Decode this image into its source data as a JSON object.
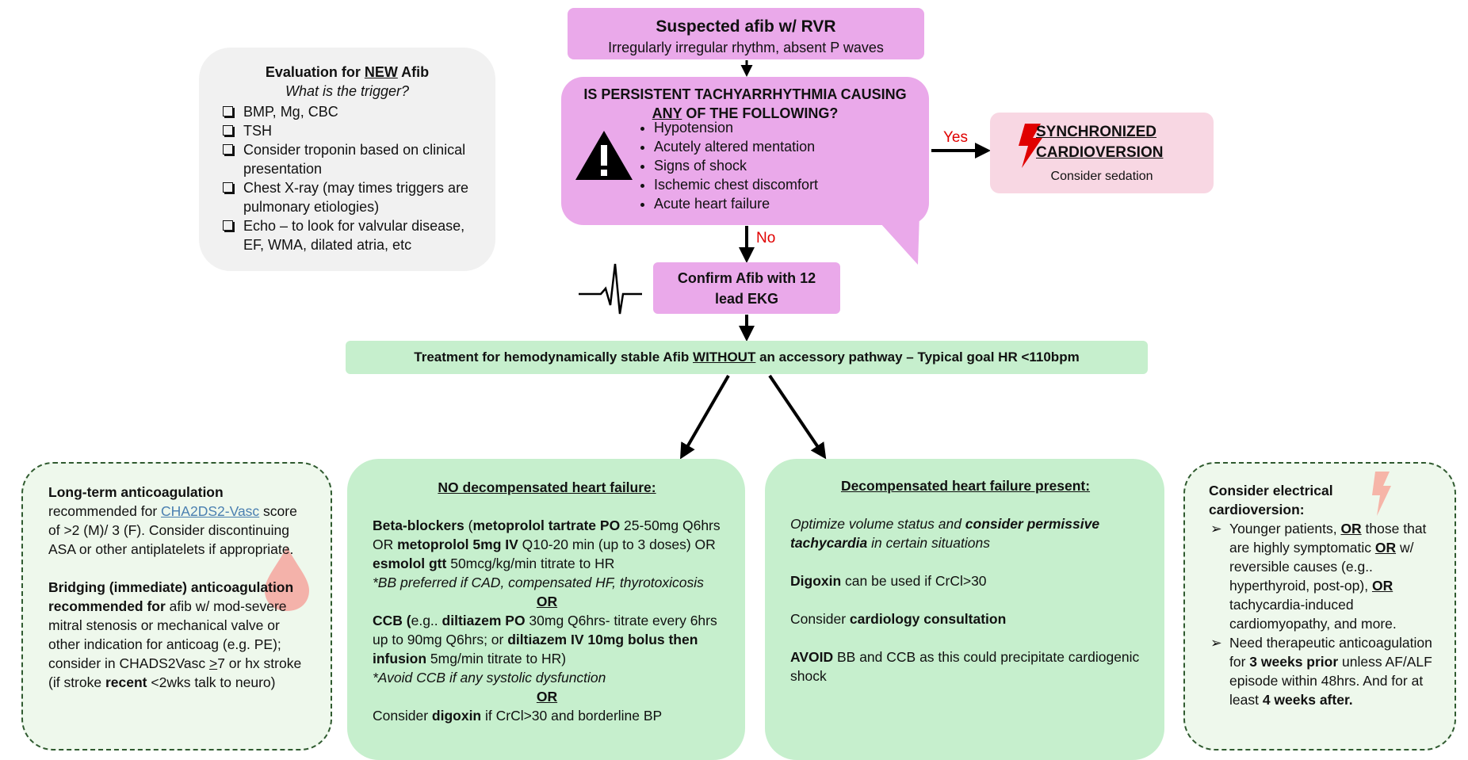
{
  "top": {
    "title": "Suspected afib w/ RVR",
    "subtitle": "Irregularly irregular rhythm, absent P waves"
  },
  "question": {
    "line1": "IS PERSISTENT TACHYARRHYTHMIA CAUSING",
    "line2_u": "ANY",
    "line2_rest": " OF THE FOLLOWING?",
    "items": [
      "Hypotension",
      "Acutely altered mentation",
      "Signs of shock",
      "Ischemic chest discomfort",
      "Acute heart failure"
    ]
  },
  "labels": {
    "yes": "Yes",
    "no": "No"
  },
  "evaluation": {
    "title_pre": "Evaluation for ",
    "title_u": "NEW",
    "title_post": " Afib",
    "subtitle": "What is the trigger?",
    "items": [
      "BMP, Mg, CBC",
      "TSH",
      "Consider troponin based on clinical presentation",
      "Chest X-ray (may times triggers are pulmonary etiologies)",
      "Echo – to look for valvular disease, EF, WMA, dilated atria, etc"
    ]
  },
  "cardioversion": {
    "line1": "SYNCHRONIZED",
    "line2": "CARDIOVERSION",
    "note": "Consider sedation"
  },
  "confirm": {
    "line1": "Confirm Afib with 12",
    "line2": "lead EKG"
  },
  "treatment": {
    "pre": "Treatment for hemodynamically stable Afib ",
    "u": "WITHOUT",
    "post": " an accessory pathway – Typical goal HR <110bpm"
  },
  "no_hf": {
    "title": "NO decompensated heart failure:",
    "bb_1": "Beta-blockers",
    "bb_2": " (",
    "bb_3": "metoprolol tartrate PO",
    "bb_4": " 25-50mg Q6hrs OR ",
    "bb_5": "metoprolol 5mg IV",
    "bb_6": " Q10-20 min (up to 3 doses) OR ",
    "bb_7": "esmolol gtt",
    "bb_8": " 50mcg/kg/min titrate to HR",
    "bb_note": "*BB preferred if CAD, compensated HF, thyrotoxicosis",
    "or": "OR",
    "ccb_1": "CCB (",
    "ccb_2": "e.g.. ",
    "ccb_3": "diltiazem PO",
    "ccb_4": " 30mg Q6hrs- titrate every 6hrs up to 90mg Q6hrs; or ",
    "ccb_5": "diltiazem IV 10mg bolus then infusion",
    "ccb_6": " 5mg/min titrate to HR)",
    "ccb_note": "*Avoid CCB if any systolic dysfunction",
    "dig_1": "Consider ",
    "dig_2": "digoxin",
    "dig_3": " if CrCl>30 and borderline BP"
  },
  "dhf": {
    "title": "Decompensated heart failure present:",
    "p1_1": "Optimize volume status and ",
    "p1_2": "consider permissive tachycardia",
    "p1_3": " in certain situations",
    "p2_1": "Digoxin",
    "p2_2": " can be used if CrCl>30",
    "p3_1": "Consider ",
    "p3_2": "cardiology consultation",
    "p4_1": "AVOID",
    "p4_2": " BB and CCB as this could precipitate cardiogenic shock"
  },
  "anticoag": {
    "p1_1": "Long-term anticoagulation",
    "p1_2": " recommended for ",
    "p1_link": "CHA2DS2-Vasc",
    "p1_3": " score of >2 (M)/ 3 (F). Consider discontinuing ASA or other antiplatelets if appropriate.",
    "p2_1": "Bridging (immediate) anticoagulation recommended for",
    "p2_2": " afib w/ mod-severe mitral stenosis or mechanical valve or other indication for anticoag (e.g. PE); consider in CHADS2Vasc ",
    "p2_u": ">",
    "p2_3": "7 or hx stroke (if stroke ",
    "p2_4": "recent",
    "p2_5": " <2wks talk to neuro)"
  },
  "ecv": {
    "title": "Consider electrical cardioversion:",
    "i1_1": "Younger patients, ",
    "i1_or1": "OR",
    "i1_2": " those that are highly symptomatic ",
    "i1_or2": "OR",
    "i1_3": " w/ reversible causes (e.g.. hyperthyroid, post-op), ",
    "i1_or3": "OR",
    "i1_4": " tachycardia-induced cardiomyopathy, and more.",
    "i2_1": "Need therapeutic anticoagulation for ",
    "i2_2": "3 weeks prior",
    "i2_3": " unless AF/ALF episode within 48hrs. And for at least ",
    "i2_4": "4 weeks after."
  },
  "colors": {
    "magenta": "#eaa9ea",
    "green": "#c6efcd",
    "pink": "#f8d7e3",
    "red": "#e00000",
    "salmon": "#f4a9a0"
  },
  "icons": [
    "warning-icon",
    "lightning-icon",
    "ekg-icon",
    "blood-drop-icon",
    "lightning-faded-icon"
  ]
}
